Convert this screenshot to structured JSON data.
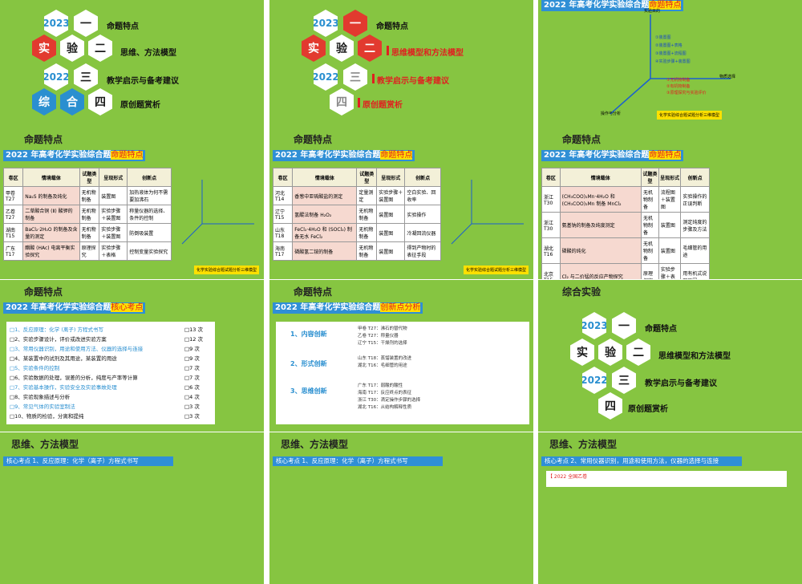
{
  "menu": {
    "year": "2023",
    "tile_shiyan": [
      "实",
      "验"
    ],
    "tile_zonghe": [
      "综",
      "合"
    ],
    "items": [
      {
        "num": "一",
        "label": "命题特点"
      },
      {
        "num": "二",
        "label": "思维、方法模型"
      },
      {
        "num": "三",
        "label": "教学启示与备考建议"
      },
      {
        "num": "四",
        "label": "原创题赏析"
      }
    ],
    "items_b": [
      {
        "num": "一",
        "label": "命题特点"
      },
      {
        "num": "二",
        "label": "思维模型和方法模型"
      },
      {
        "num": "三",
        "label": "教学启示与备考建议"
      },
      {
        "num": "四",
        "label": "原创题赏析"
      }
    ],
    "year_b": "2022"
  },
  "band_prefix": "2022 年高考化学实验综合题",
  "band_suffix_feature": "命题特点",
  "band_suffix_core": "核心考点",
  "band_suffix_innov": "创新点分析",
  "slide_titles": {
    "feature": "命题特点",
    "combo": "综合实验",
    "model": "思维、方法模型"
  },
  "axis3d": {
    "y_label": "实验目的",
    "x_label": "物质选择",
    "z_label": "操作与分析",
    "y_items": [
      "①装置图",
      "②装置图+表格",
      "③装置图+流程图",
      "④实验步骤+装置图"
    ],
    "x_items": [
      "①无机物制备",
      "②有机物制备",
      "③原理探究与实验评价"
    ],
    "caption": "化学实验综合题试题分析三维模型"
  },
  "table_headers": [
    "卷区",
    "情境载体",
    "试题类型",
    "呈现形式",
    "创新点"
  ],
  "table1": [
    [
      "甲卷 T27",
      "Na₂S 的制备及纯化",
      "无机物制备",
      "装置图",
      "加热液体为何不需要加沸石"
    ],
    [
      "乙卷 T27",
      "二草酸合铜 (Ⅱ) 酸钾的制备",
      "无机物制备",
      "实验步骤＋装置图",
      "称量仪器的选择、条件的控制"
    ],
    [
      "湖南 T15",
      "BaCl₂·2H₂O 的制备及含量的测定",
      "无机物制备",
      "实验步骤＋装置图",
      "防倒吸装置"
    ],
    [
      "广东 T17",
      "醋酸 (HAc) 电离平衡实验探究",
      "原理探究",
      "实验步骤＋表格",
      "控制变量实验探究"
    ]
  ],
  "table2": [
    [
      "河北 T14",
      "香葱中亚硫酸盐的测定",
      "定量测定",
      "实验步骤＋装置图",
      "空白实验、回收率"
    ],
    [
      "辽宁 T15",
      "氢醌法制备 H₂O₂",
      "无机物制备",
      "装置图",
      "实验操作"
    ],
    [
      "山东 T18",
      "FeCl₂·4H₂O 和 (SOCl₂) 制备无水 FeCl₂",
      "无机物制备",
      "装置图",
      "冷凝回流仪器"
    ],
    [
      "海南 T17",
      "磷酸氢二铵的制备",
      "无机物制备",
      "装置图",
      "得到产物时的表征手段"
    ]
  ],
  "table3": [
    [
      "浙江 T30",
      "(CH₃COO)₂Mn·4H₂O 和 (CH₃COO)₂Mn 制备 MnCl₂",
      "无机物制备",
      "流程图＋装置图",
      "实验操作的正误判断"
    ],
    [
      "浙江 T30",
      "氨基钠的制备及纯度测定",
      "无机物制备",
      "装置图",
      "测定纯度的步骤及方法"
    ],
    [
      "湖北 T16",
      "磷酸的纯化",
      "无机物制备",
      "装置图",
      "毛细管的用途"
    ],
    [
      "北京 T15",
      "Cl₂ 与二价锰的反应产物探究",
      "原理探究",
      "实验步骤＋表格",
      "用有机式说明原因"
    ]
  ],
  "core_points": [
    {
      "text": "□1、反应原理：化学 (离子) 方程式书写",
      "count": "□13 次"
    },
    {
      "text": "□2、实验步骤设计，评价或改进实验方案",
      "count": "□12 次"
    },
    {
      "text": "□3、常用仪器识别，用途和使用方法、仪器的选择与连接",
      "count": "□9 次"
    },
    {
      "text": "□4、某装置中的试剂及其用途，某装置的用途",
      "count": "□9 次"
    },
    {
      "text": "□5、实验条件的控制",
      "count": "□7 次"
    },
    {
      "text": "□6、实验数据的处理，误差的分析，纯度与产率等计算",
      "count": "□7 次"
    },
    {
      "text": "□7、实验基本操作，实验安全及实验事故处理",
      "count": "□6 次"
    },
    {
      "text": "□8、实验现象描述与分析",
      "count": "□4 次"
    },
    {
      "text": "□9、常见气体的实验室制法",
      "count": "□3 次"
    },
    {
      "text": "□10、物质的检验，分离和提纯",
      "count": "□3 次"
    }
  ],
  "innov": {
    "items": [
      {
        "label": "1、内容创新",
        "lines": [
          "甲卷 T27：沸石的替代物",
          "乙卷 T27：称量仪器",
          "辽宁 T15：干燥剂的选择"
        ]
      },
      {
        "label": "2、形式创新",
        "lines": [
          "山东 T18：蒸馏装置的改进",
          "湖北 T16：毛细管的用途"
        ]
      },
      {
        "label": "3、思维创新",
        "lines": [
          "广东 T17：弱酸的酸性",
          "海南 T17：反应终点的表征",
          "浙江 T30：滴定操作步骤的选择",
          "湖北 T16：从结构解释性质"
        ]
      }
    ]
  },
  "core_band": [
    "核心考点 1、反应原理：化学（离子）方程式书写",
    "核心考点 1、反应原理：化学（离子）方程式书写",
    "核心考点 2、常用仪器识别，用途和使用方法，仪器的选择与连接"
  ],
  "bottom_note": "【 2022 全国乙卷",
  "colors": {
    "slide_bg": "#86c541",
    "band": "#2f8fd6",
    "accent": "#e02020",
    "hex_blue": "#2a8fd0"
  }
}
